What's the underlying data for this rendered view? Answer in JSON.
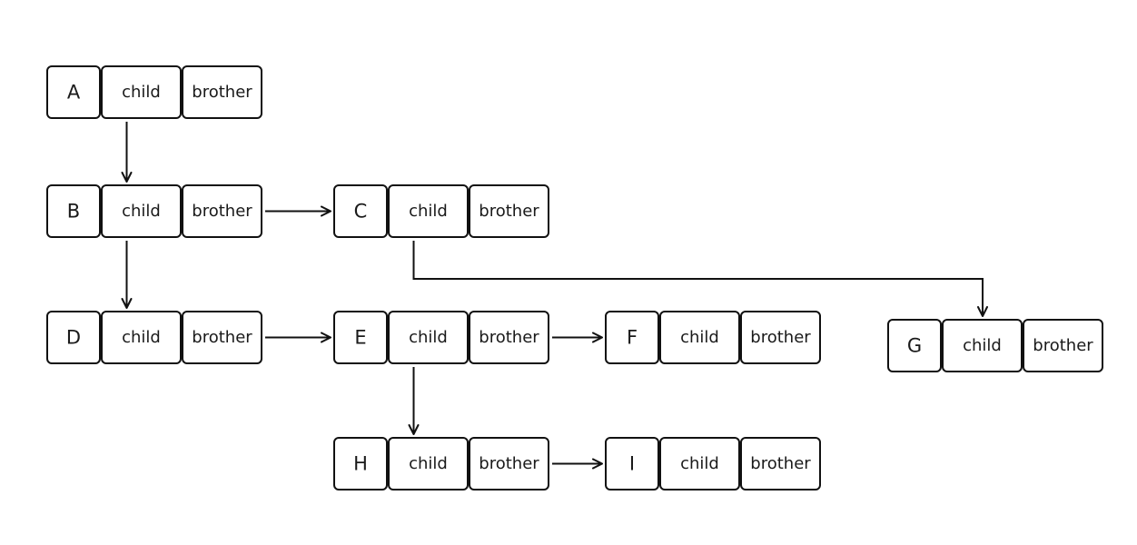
{
  "nodes": [
    {
      "id": "A",
      "key": "A",
      "child": "child",
      "brother": "brother"
    },
    {
      "id": "B",
      "key": "B",
      "child": "child",
      "brother": "brother"
    },
    {
      "id": "C",
      "key": "C",
      "child": "child",
      "brother": "brother"
    },
    {
      "id": "D",
      "key": "D",
      "child": "child",
      "brother": "brother"
    },
    {
      "id": "E",
      "key": "E",
      "child": "child",
      "brother": "brother"
    },
    {
      "id": "F",
      "key": "F",
      "child": "child",
      "brother": "brother"
    },
    {
      "id": "G",
      "key": "G",
      "child": "child",
      "brother": "brother"
    },
    {
      "id": "H",
      "key": "H",
      "child": "child",
      "brother": "brother"
    },
    {
      "id": "I",
      "key": "I",
      "child": "child",
      "brother": "brother"
    }
  ],
  "edges": [
    {
      "from": "A",
      "to": "B",
      "via": "child"
    },
    {
      "from": "B",
      "to": "C",
      "via": "brother"
    },
    {
      "from": "B",
      "to": "D",
      "via": "child"
    },
    {
      "from": "C",
      "to": "G",
      "via": "child"
    },
    {
      "from": "D",
      "to": "E",
      "via": "brother"
    },
    {
      "from": "E",
      "to": "F",
      "via": "brother"
    },
    {
      "from": "E",
      "to": "H",
      "via": "child"
    },
    {
      "from": "H",
      "to": "I",
      "via": "brother"
    }
  ],
  "colors": {
    "stroke": "#111111",
    "fill": "#ffffff",
    "text": "#1a1a1a"
  }
}
